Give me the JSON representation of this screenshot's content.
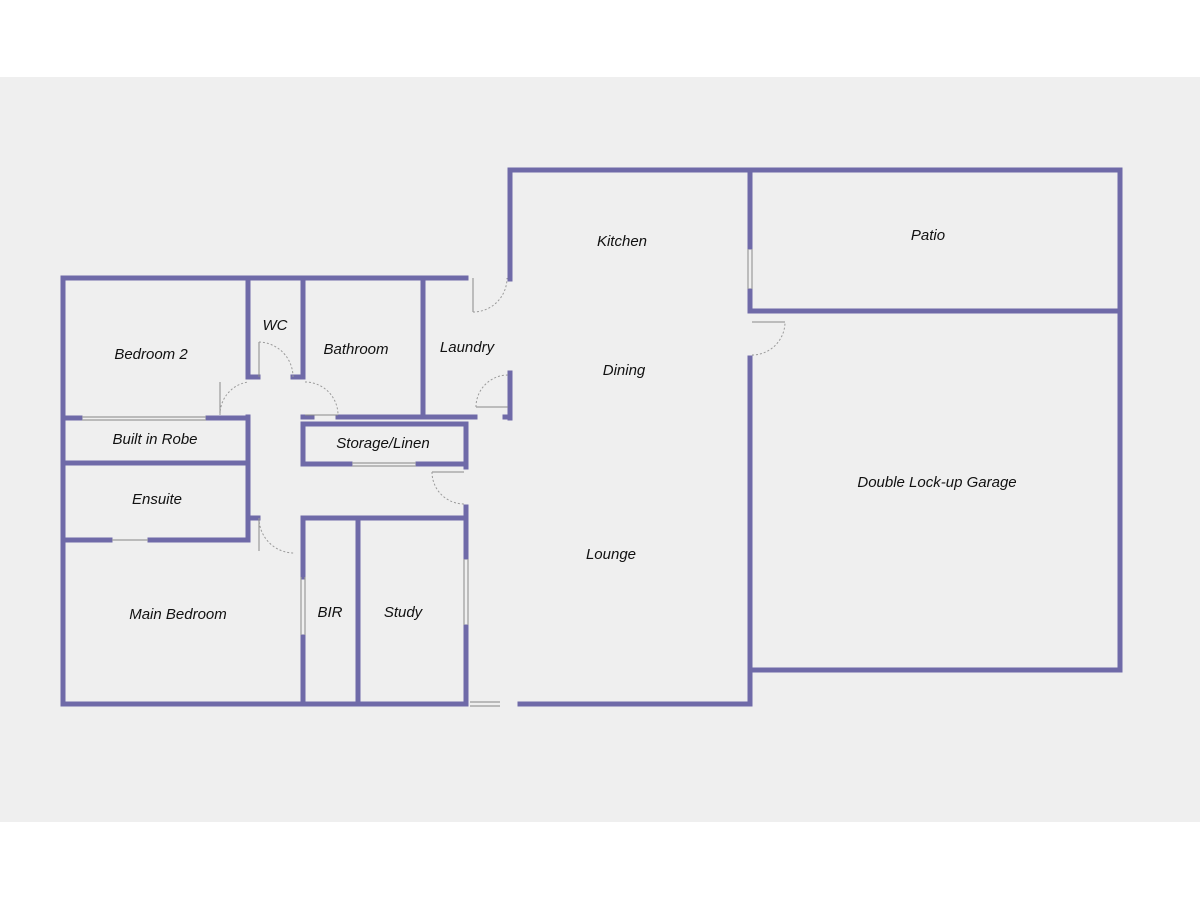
{
  "floorplan": {
    "rooms": {
      "kitchen": "Kitchen",
      "patio": "Patio",
      "wc": "WC",
      "bathroom": "Bathroom",
      "laundry": "Laundry",
      "bedroom2": "Bedroom 2",
      "dining": "Dining",
      "built_in_robe": "Built in Robe",
      "storage_linen": "Storage/Linen",
      "ensuite": "Ensuite",
      "double_garage": "Double Lock-up Garage",
      "lounge": "Lounge",
      "main_bedroom": "Main Bedroom",
      "bir": "BIR",
      "study": "Study"
    },
    "colors": {
      "wall": "#6f6aa8",
      "background": "#efefef",
      "door_line": "#9a9a9a"
    }
  }
}
